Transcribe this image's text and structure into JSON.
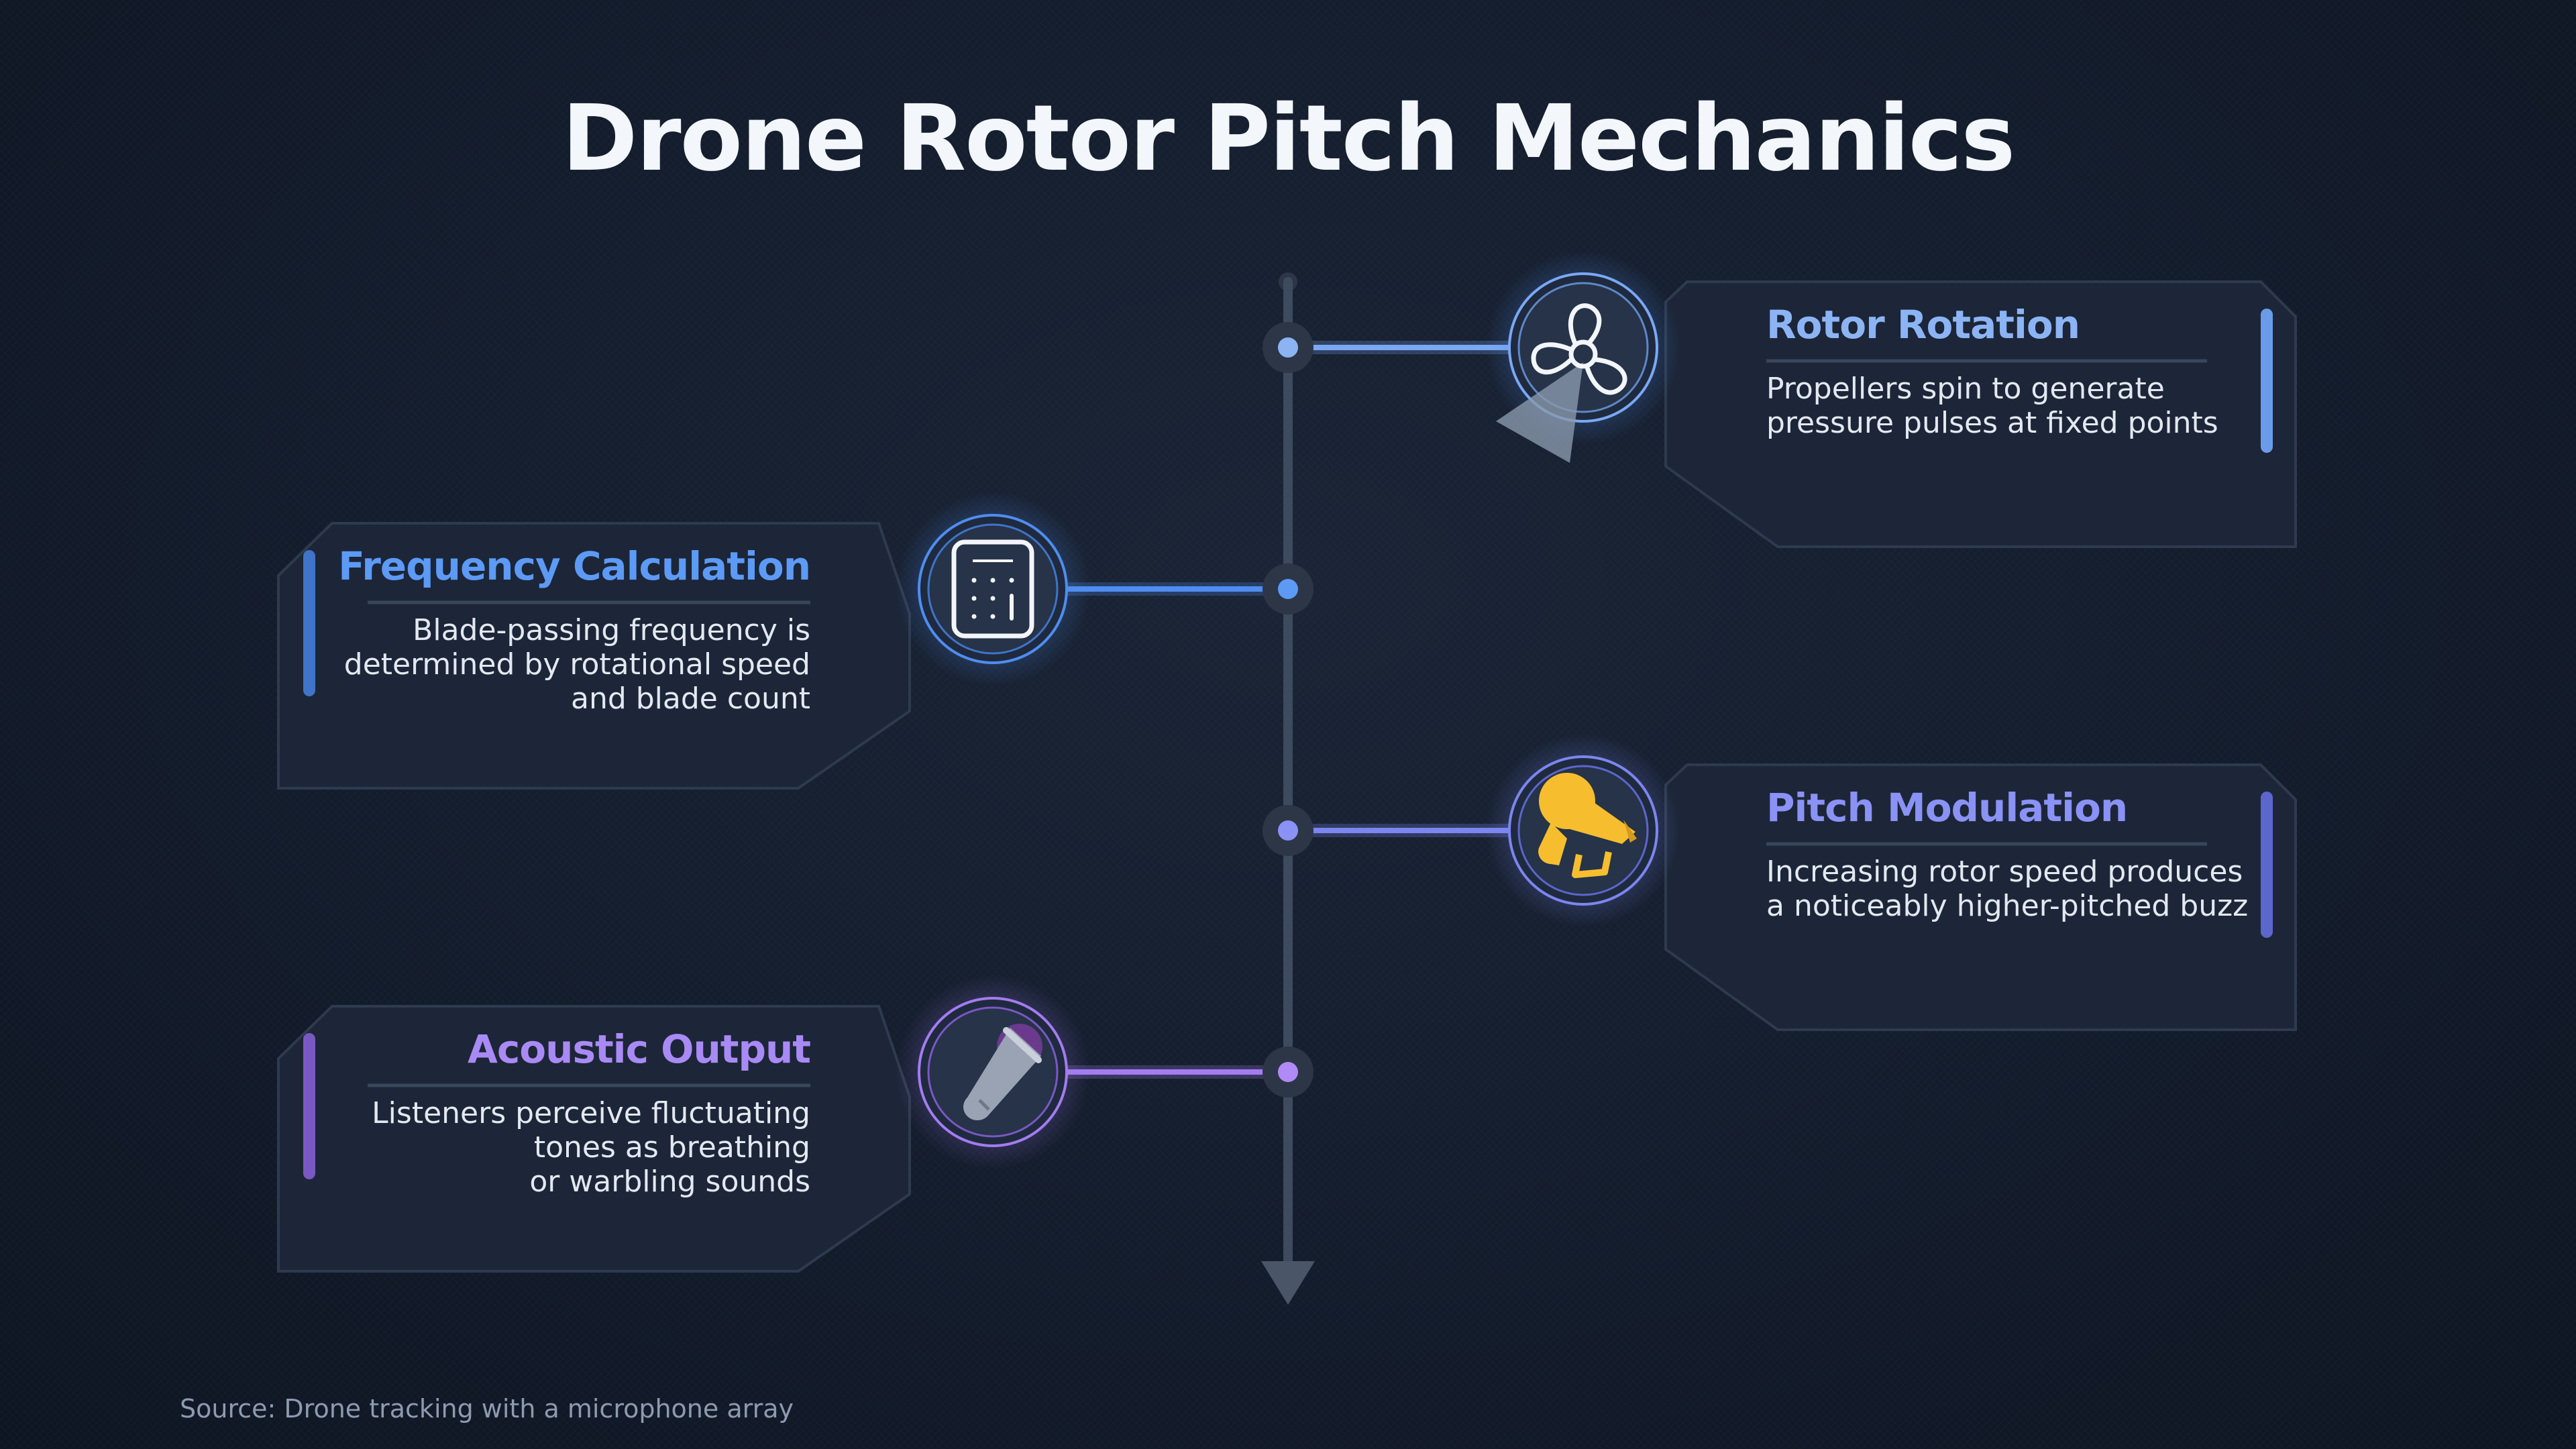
{
  "title": "Drone Rotor Pitch Mechanics",
  "source": "Source: Drone tracking with a microphone array",
  "colors": {
    "background": "#131c2c",
    "card": "#1c2638",
    "axis": "#3e4a5e",
    "rotor": "#7aa8f5",
    "frequency": "#4f8df0",
    "pitch": "#7c86f0",
    "acoustic": "#a37cf0"
  },
  "steps": [
    {
      "title": "Rotor Rotation",
      "icon": "propeller-icon",
      "description": [
        "Propellers spin to generate",
        "pressure pulses at fixed points"
      ]
    },
    {
      "title": "Frequency Calculation",
      "icon": "calculator-icon",
      "description": [
        "Blade-passing frequency is",
        "determined by rotational speed",
        "and blade count"
      ]
    },
    {
      "title": "Pitch Modulation",
      "icon": "megaphone-icon",
      "description": [
        "Increasing rotor speed produces",
        "a noticeably higher-pitched buzz"
      ]
    },
    {
      "title": "Acoustic Output",
      "icon": "microphone-icon",
      "description": [
        "Listeners perceive fluctuating",
        "tones as breathing",
        "or warbling sounds"
      ]
    }
  ]
}
